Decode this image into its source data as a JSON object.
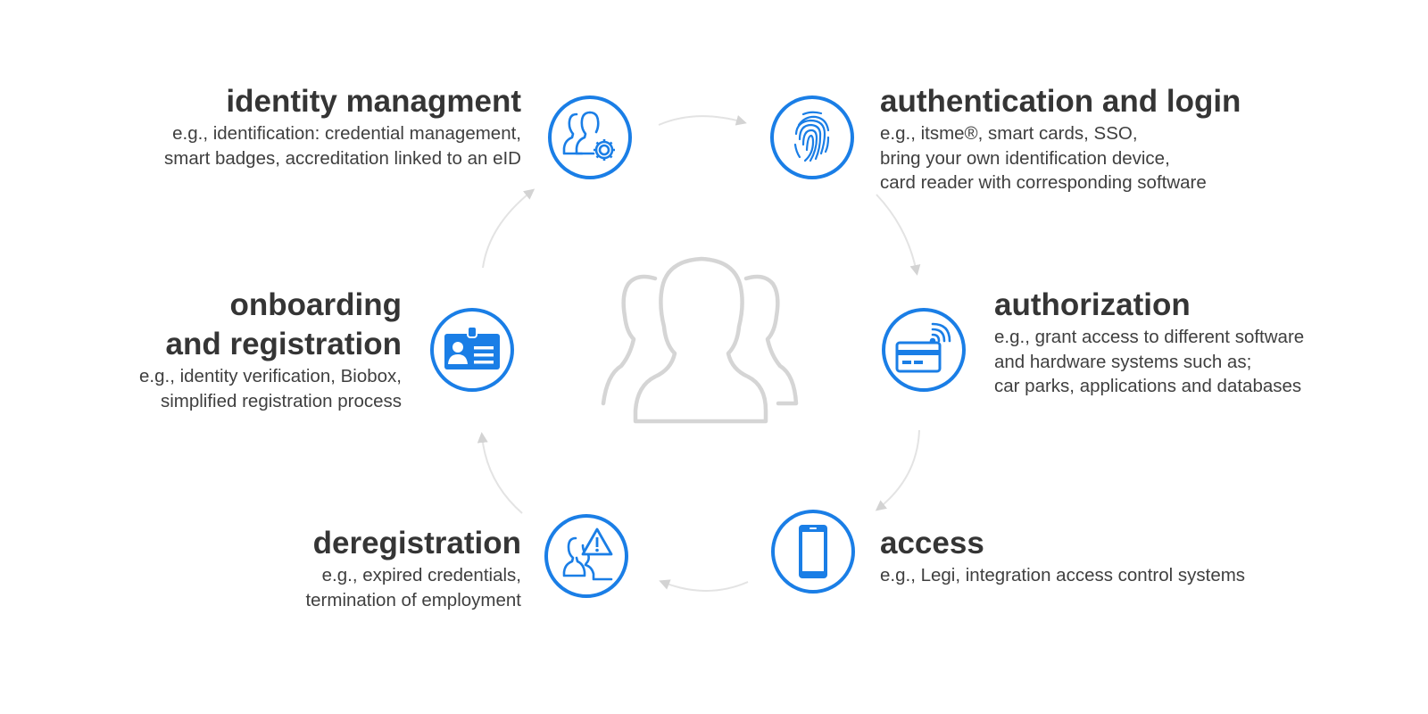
{
  "colors": {
    "accent": "#1a7ee6",
    "arrow": "#d3d3d3",
    "center_figure": "#d5d5d5",
    "text": "#3a3a3a"
  },
  "center": {
    "icon": "users-group-icon"
  },
  "steps": [
    {
      "id": "identity",
      "title": "identity managment",
      "description": [
        "e.g., identification: credential management,",
        "smart badges, accreditation linked to an eID"
      ],
      "icon": "users-gear-icon"
    },
    {
      "id": "authentication",
      "title": "authentication and login",
      "description": [
        "e.g., itsme®, smart cards, SSO,",
        "bring your own identification device,",
        "card reader with corresponding software"
      ],
      "icon": "fingerprint-icon"
    },
    {
      "id": "authorization",
      "title": "authorization",
      "description": [
        "e.g., grant access to different software",
        "and hardware systems such as;",
        "car parks, applications and databases"
      ],
      "icon": "contactless-card-icon"
    },
    {
      "id": "access",
      "title": "access",
      "description": [
        "e.g., Legi, integration access control systems"
      ],
      "icon": "smartphone-icon"
    },
    {
      "id": "deregistration",
      "title": "deregistration",
      "description": [
        "e.g., expired credentials,",
        "termination of employment"
      ],
      "icon": "users-warning-icon"
    },
    {
      "id": "onboarding",
      "title_lines": [
        "onboarding",
        "and registration"
      ],
      "description": [
        "e.g., identity verification, Biobox,",
        "simplified registration process"
      ],
      "icon": "id-badge-icon"
    }
  ]
}
